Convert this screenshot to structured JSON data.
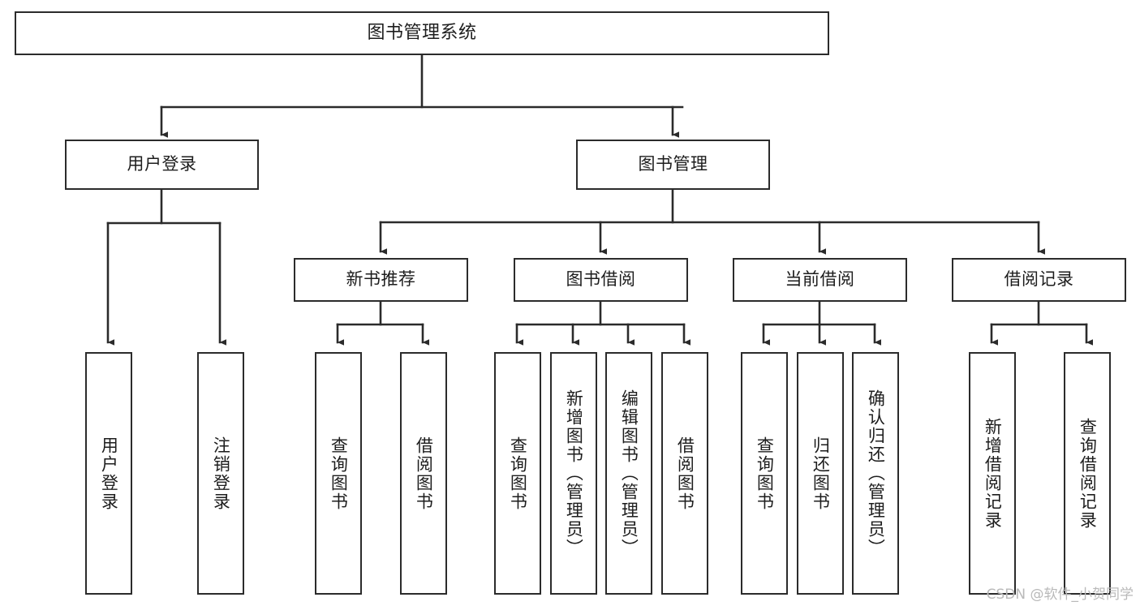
{
  "diagram": {
    "title": "图书管理系统",
    "type": "tree",
    "watermark": "CSDN @软件_小贺同学",
    "colors": {
      "stroke": "#2b2b2b",
      "fill": "#ffffff",
      "text": "#1d1d1d",
      "watermark": "#b9b9b9"
    },
    "nodes": {
      "root": {
        "label": "图书管理系统"
      },
      "level2": [
        {
          "id": "user-login",
          "label": "用户登录"
        },
        {
          "id": "book-manage",
          "label": "图书管理"
        }
      ],
      "level3": [
        {
          "id": "new-book-recommend",
          "label": "新书推荐"
        },
        {
          "id": "book-borrow",
          "label": "图书借阅"
        },
        {
          "id": "current-borrow",
          "label": "当前借阅"
        },
        {
          "id": "borrow-record",
          "label": "借阅记录"
        }
      ],
      "leaves": [
        {
          "id": "leaf-user-login",
          "label": "用户登录",
          "parent": "user-login"
        },
        {
          "id": "leaf-user-logout",
          "label": "注销登录",
          "parent": "user-login"
        },
        {
          "id": "leaf-query-book-1",
          "label": "查询图书",
          "parent": "new-book-recommend"
        },
        {
          "id": "leaf-borrow-book-1",
          "label": "借阅图书",
          "parent": "new-book-recommend"
        },
        {
          "id": "leaf-query-book-2",
          "label": "查询图书",
          "parent": "book-borrow"
        },
        {
          "id": "leaf-add-book",
          "label": "新增图书（管理员）",
          "parent": "book-borrow"
        },
        {
          "id": "leaf-edit-book",
          "label": "编辑图书（管理员）",
          "parent": "book-borrow"
        },
        {
          "id": "leaf-borrow-book-2",
          "label": "借阅图书",
          "parent": "book-borrow"
        },
        {
          "id": "leaf-query-book-3",
          "label": "查询图书",
          "parent": "current-borrow"
        },
        {
          "id": "leaf-return-book",
          "label": "归还图书",
          "parent": "current-borrow"
        },
        {
          "id": "leaf-confirm-return",
          "label": "确认归还（管理员）",
          "parent": "current-borrow"
        },
        {
          "id": "leaf-add-record",
          "label": "新增借阅记录",
          "parent": "borrow-record"
        },
        {
          "id": "leaf-query-record",
          "label": "查询借阅记录",
          "parent": "borrow-record"
        }
      ]
    }
  }
}
